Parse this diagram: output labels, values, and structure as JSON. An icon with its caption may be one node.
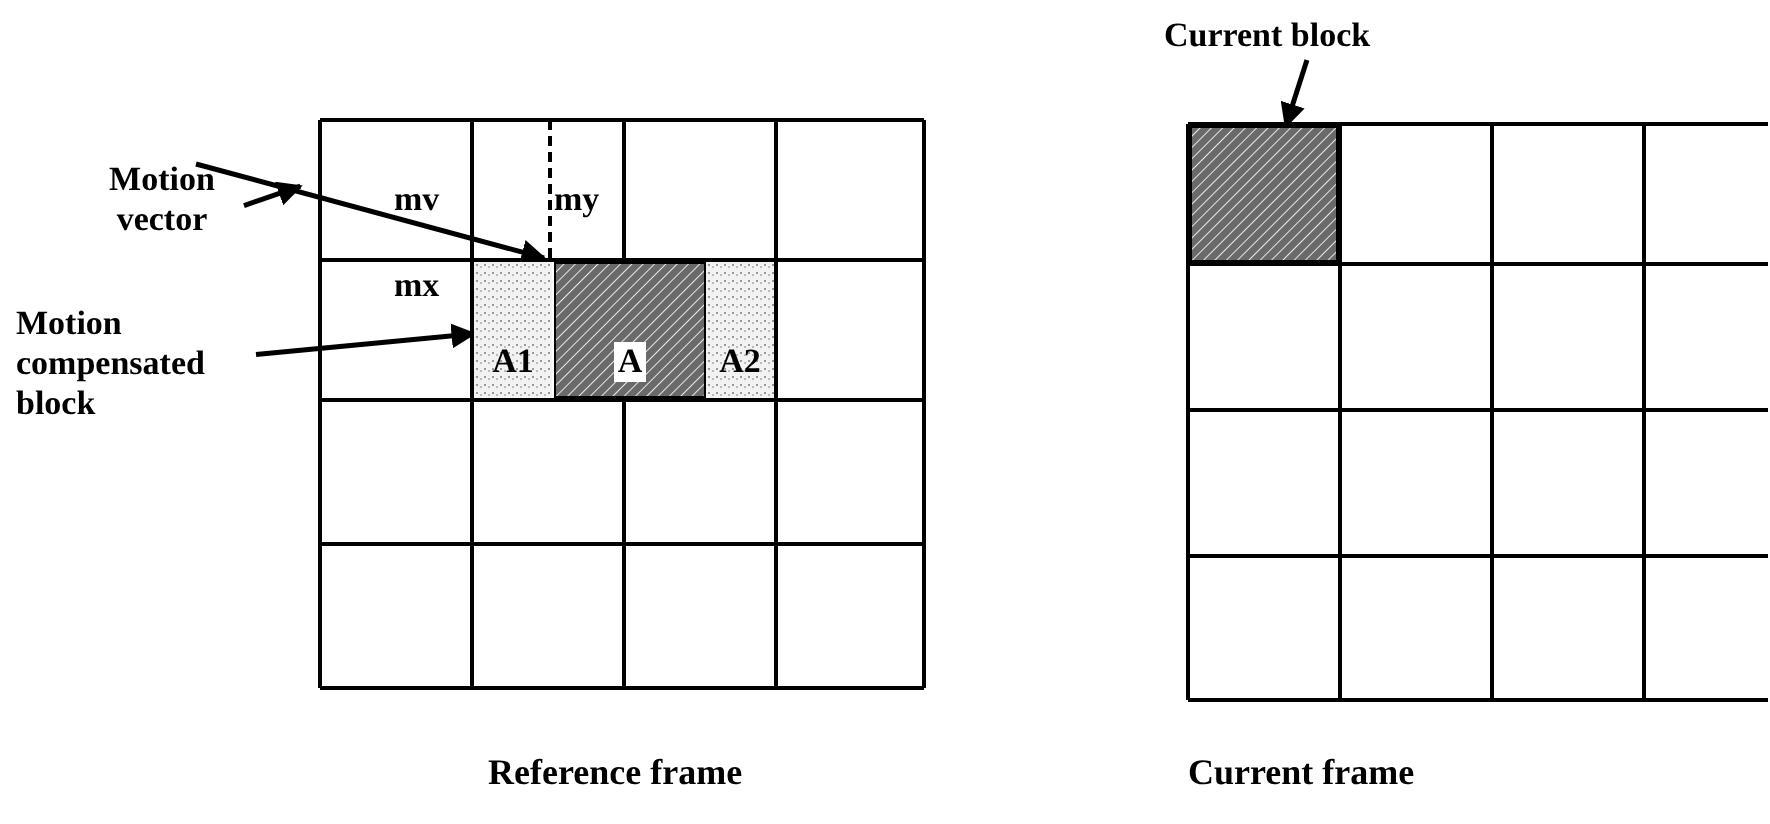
{
  "diagram": {
    "nodes": [
      {
        "text": [
          "Motion vector"
        ]
      },
      {
        "text": [
          "Motion compensated block"
        ]
      },
      {
        "text": [
          "A1"
        ]
      },
      {
        "text": [
          "A"
        ]
      },
      {
        "text": [
          "A2"
        ]
      },
      {
        "text": [
          "Current block"
        ]
      },
      {
        "text": [],
        "shape": "box"
      },
      {
        "text": [],
        "shape": "arrow"
      }
    ],
    "edges": [
      {
        "from": 0,
        "to": 7,
        "arrow": "to"
      },
      {
        "from": 1,
        "to": 2,
        "arrow": "to"
      },
      {
        "from": 5,
        "to": 6,
        "arrow": "to"
      }
    ],
    "labels": [
      "mv",
      "my",
      "mx",
      "Reference frame",
      "Current frame"
    ]
  }
}
